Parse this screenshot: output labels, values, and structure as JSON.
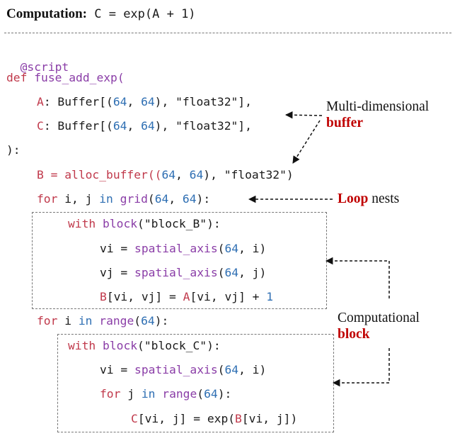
{
  "header": {
    "label": "Computation:",
    "formula": " C = exp(A + 1)"
  },
  "code": {
    "decorator": "@script",
    "def_kw": "def",
    "fn_name": "fuse_add_exp(",
    "param_a": {
      "name": "A",
      "rest": ": Buffer[(",
      "d1": "64",
      "sep": ", ",
      "d2": "64",
      "tail": "), \"float32\"],"
    },
    "param_c": {
      "name": "C",
      "rest": ": Buffer[(",
      "d1": "64",
      "sep": ", ",
      "d2": "64",
      "tail": "), \"float32\"],"
    },
    "close": "):",
    "alloc": {
      "lhs": "B = alloc_buffer((",
      "d1": "64",
      "sep": ", ",
      "d2": "64",
      "tail": "), \"float32\")"
    },
    "loop1": {
      "for": "for",
      "vars": " i, j ",
      "in": "in",
      "space": " ",
      "grid": "grid",
      "open": "(",
      "d1": "64",
      "sep": ", ",
      "d2": "64",
      "close": "):"
    },
    "block_b": {
      "with": "with",
      "space": " ",
      "block": "block",
      "arg": "(\"block_B\"):"
    },
    "vi_b": {
      "lhs": "vi = ",
      "fn": "spatial_axis",
      "open": "(",
      "n": "64",
      "tail": ", i)"
    },
    "vj_b": {
      "lhs": "vj = ",
      "fn": "spatial_axis",
      "open": "(",
      "n": "64",
      "tail": ", j)"
    },
    "assign_b": {
      "b": "B",
      "mid1": "[vi, vj] = ",
      "a": "A",
      "mid2": "[vi, vj] + ",
      "one": "1"
    },
    "loop2": {
      "for": "for",
      "vars": " i ",
      "in": "in",
      "space": " ",
      "range": "range",
      "open": "(",
      "n": "64",
      "close": "):"
    },
    "block_c": {
      "with": "with",
      "space": " ",
      "block": "block",
      "arg": "(\"block_C\"):"
    },
    "vi_c": {
      "lhs": "vi = ",
      "fn": "spatial_axis",
      "open": "(",
      "n": "64",
      "tail": ", i)"
    },
    "loop3": {
      "for": "for",
      "vars": " j ",
      "in": "in",
      "space": " ",
      "range": "range",
      "open": "(",
      "n": "64",
      "close": "):"
    },
    "assign_c": {
      "c": "C",
      "mid1": "[vi, j] = exp(",
      "b": "B",
      "mid2": "[vi, j])"
    }
  },
  "annotations": {
    "buffer_line1": "Multi-dimensional",
    "buffer_line2": "buffer",
    "loop_red": "Loop",
    "loop_rest": " nests",
    "block_line1": "Computational",
    "block_line2": "block"
  },
  "colors": {
    "keyword": "#c0394b",
    "function": "#8a3da7",
    "number": "#2f6fb3",
    "highlight": "#c00000",
    "dash": "#777777"
  }
}
